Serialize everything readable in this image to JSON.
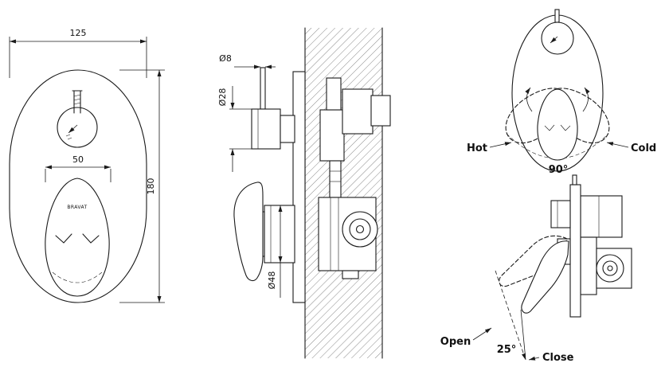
{
  "front_view": {
    "width_dim": "125",
    "handle_width_dim": "50",
    "height_dim": "180",
    "brand": "BRAVAT"
  },
  "side_view": {
    "stem_dia": "Ø8",
    "knob_dia": "Ø28",
    "handle_dia": "Ø48"
  },
  "rotation_view": {
    "hot_label": "Hot",
    "cold_label": "Cold",
    "angle_label": "90°"
  },
  "tilt_view": {
    "open_label": "Open",
    "angle_label": "25°",
    "close_label": "Close"
  },
  "colors": {
    "ink": "#1a1a1a",
    "background": "#ffffff"
  }
}
